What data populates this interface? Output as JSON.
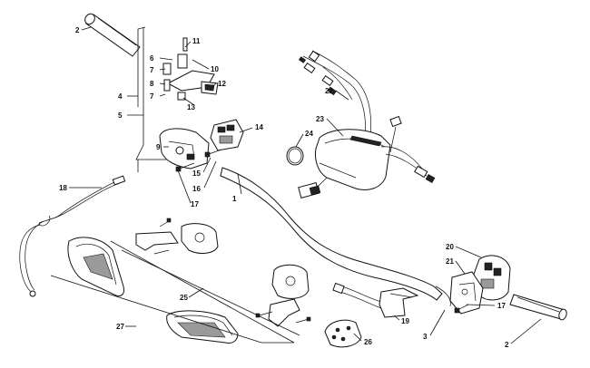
{
  "callouts": {
    "c1": "1",
    "c2a": "2",
    "c2b": "2",
    "c3": "3",
    "c4": "4",
    "c5": "5",
    "c6": "6",
    "c7a": "7",
    "c7b": "7",
    "c8": "8",
    "c9": "9",
    "c10": "10",
    "c11": "11",
    "c12": "12",
    "c13": "13",
    "c14": "14",
    "c15": "15",
    "c16": "16",
    "c17a": "17",
    "c17b": "17",
    "c18": "18",
    "c19": "19",
    "c20": "20",
    "c21": "21",
    "c22": "22",
    "c23": "23",
    "c24": "24",
    "c25": "25",
    "c26": "26",
    "c27": "27"
  }
}
